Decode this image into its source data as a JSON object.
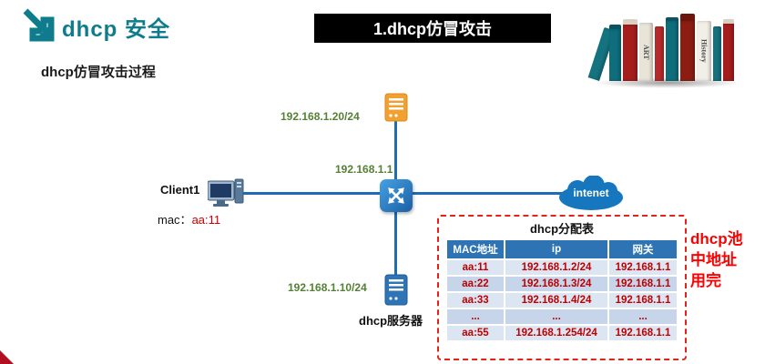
{
  "header": {
    "logo_text": "dhcp 安全",
    "banner_title": "1.dhcp仿冒攻击"
  },
  "books": {
    "labels": [
      "ART",
      "History"
    ]
  },
  "page": {
    "title": "dhcp仿冒攻击过程"
  },
  "diagram": {
    "top_server_ip": "192.168.1.20/24",
    "switch_ip": "192.168.1.1",
    "client_name": "Client1",
    "client_mac_prefix": "mac：",
    "client_mac_value": "aa:11",
    "cloud_label": "intenet",
    "dhcp_server_ip": "192.168.1.10/24",
    "dhcp_server_name": "dhcp服务器"
  },
  "allocation_table": {
    "title": "dhcp分配表",
    "headers": [
      "MAC地址",
      "ip",
      "网关"
    ],
    "rows": [
      [
        "aa:11",
        "192.168.1.2/24",
        "192.168.1.1"
      ],
      [
        "aa:22",
        "192.168.1.3/24",
        "192.168.1.1"
      ],
      [
        "aa:33",
        "192.168.1.4/24",
        "192.168.1.1"
      ],
      [
        "...",
        "...",
        "..."
      ],
      [
        "aa:55",
        "192.168.1.254/24",
        "192.168.1.1"
      ]
    ]
  },
  "annotation": {
    "lines": [
      "dhcp池",
      "中地址",
      "用完"
    ]
  },
  "colors": {
    "teal": "#0e7c8c",
    "green_label": "#538135",
    "blue_line": "#1e6cb8",
    "table_header_bg": "#2e74b5",
    "row_text_red": "#c00000",
    "annotation_red": "#fe0000"
  }
}
